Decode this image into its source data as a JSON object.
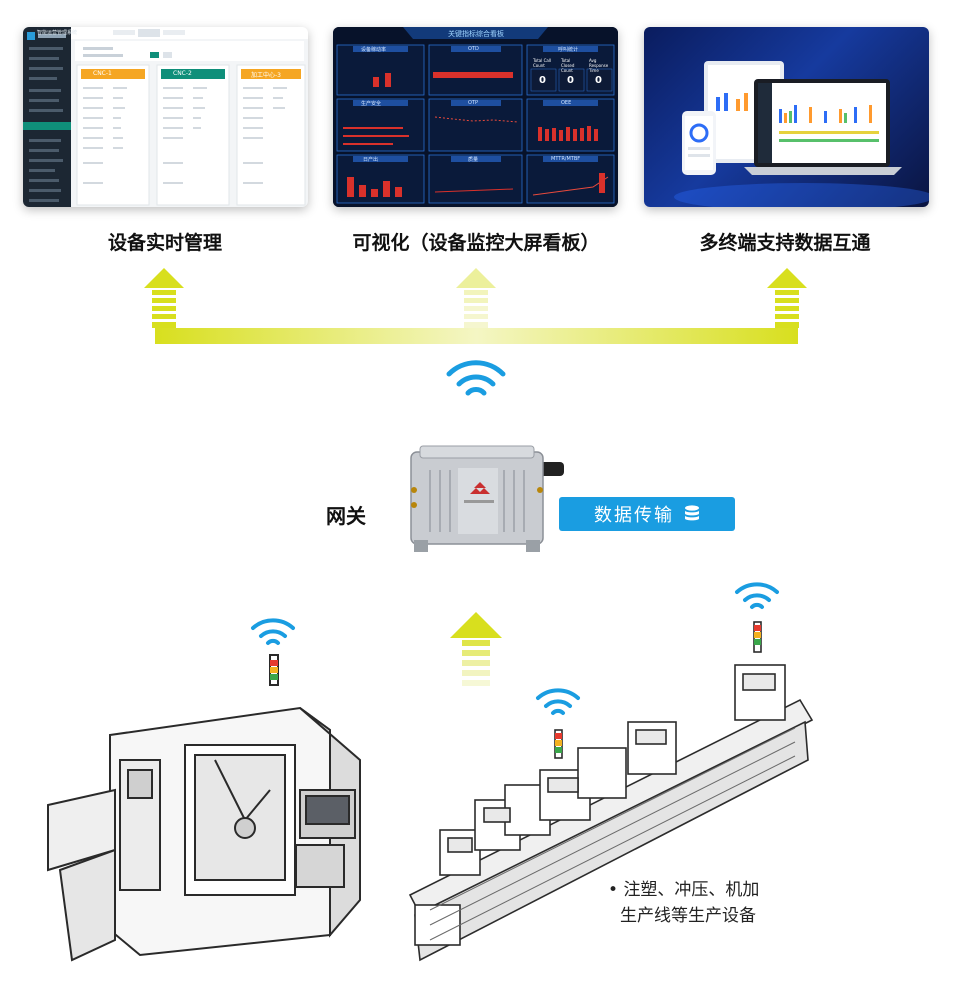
{
  "captions": {
    "left": "设备实时管理",
    "middle": "可视化（设备监控大屏看板）",
    "right": "多终端支持数据互通"
  },
  "gateway": {
    "label": "网关",
    "transfer_badge": "数据传输"
  },
  "note": {
    "line1": "注塑、冲压、机加",
    "line2": "生产线等生产设备"
  },
  "dashboard": {
    "title": "关键指标综合看板",
    "panels": [
      "设备稼动率",
      "OTD",
      "呼叫统计",
      "生产安全",
      "OTP",
      "OEE",
      "日产出",
      "质量",
      "MTTR/MTBF"
    ],
    "call_headers": [
      "Total Call Count",
      "Total Closed Count",
      "Avg Response Time"
    ],
    "call_values": [
      "0",
      "0",
      "0"
    ]
  },
  "mes_app": {
    "brand": "智能运营管理系统",
    "cards": [
      "CNC-1",
      "CNC-2",
      "加工中心-3"
    ]
  },
  "colors": {
    "arrow_yellow": "#d7df1c",
    "wifi_blue": "#1a9de1",
    "badge_blue": "#1a9de1"
  }
}
